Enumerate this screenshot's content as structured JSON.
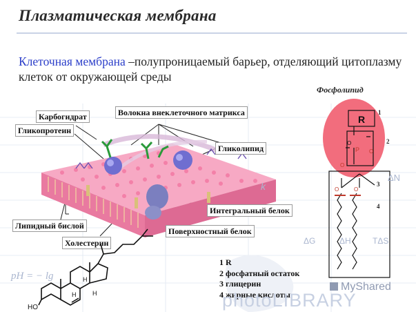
{
  "title": "Плазматическая мембрана",
  "intro": {
    "accent": "Клеточная мембрана",
    "rest": " –полупроницаемый барьер, отделяющий цитоплазму клеток от окружающей среды"
  },
  "labels": {
    "carbohydrate": "Карбогидрат",
    "fibers": "Волокна внеклеточного матрикса",
    "glycoprotein": "Гликопротеин",
    "glycolipid": "Гликолипид",
    "integral": "Интегральный белок",
    "bilayer": "Липидный бислой",
    "surface": "Поверхностный белок",
    "cholesterol": "Холестерин"
  },
  "phospholipid": {
    "title": "Фосфолипид",
    "group_r": "R",
    "numbers": [
      "1",
      "2",
      "3",
      "4"
    ],
    "legend": [
      "1 R",
      "2 фосфатный остаток",
      "3 глицерин",
      "4 жирные кислоты"
    ]
  },
  "cholesterol_atoms": [
    "HO",
    "H",
    "H",
    "H"
  ],
  "watermark": {
    "site": "MyShared",
    "library": "photoLIBRARY",
    "formulas": [
      "pH = − lg",
      "ΔG",
      "ΔH",
      "TΔS",
      "ΔN",
      "k"
    ]
  },
  "colors": {
    "accent": "#2b3ec9",
    "membrane_pink": "#f08fb0",
    "protein_purple": "#7a78c8",
    "phospho_circle": "#f26d7d"
  }
}
